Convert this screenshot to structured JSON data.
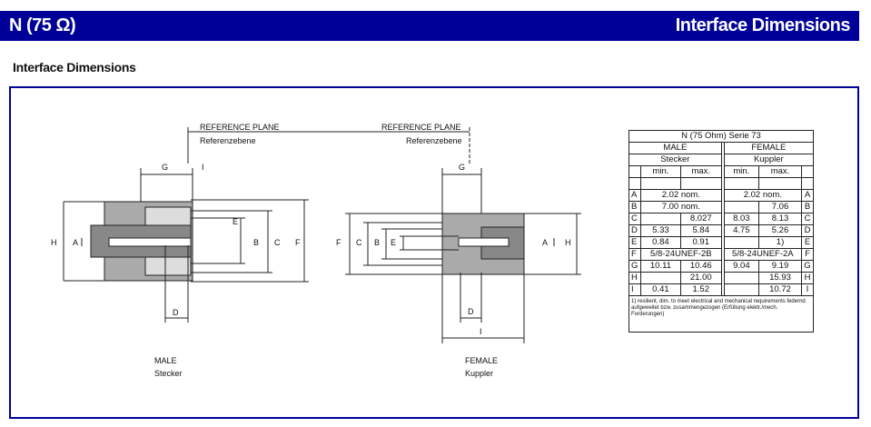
{
  "header": {
    "title": "N (75 Ω)",
    "section": "Interface Dimensions"
  },
  "subtitle": "Interface Dimensions",
  "drawing": {
    "ref_plane": "REFERENCE PLANE",
    "ref_plane_de": "Referenzebene",
    "male": {
      "label": "MALE",
      "label_de": "Stecker",
      "dims": [
        "G",
        "I",
        "H",
        "A",
        "E",
        "B",
        "C",
        "F",
        "D"
      ]
    },
    "female": {
      "label": "FEMALE",
      "label_de": "Kuppler",
      "dims": [
        "G",
        "F",
        "C",
        "B",
        "E",
        "A",
        "H",
        "D",
        "I"
      ]
    }
  },
  "table": {
    "title": "N (75 Ohm) Serie 73",
    "male": "MALE",
    "male_de": "Stecker",
    "female": "FEMALE",
    "female_de": "Kuppler",
    "min": "min.",
    "max": "max.",
    "rows": [
      {
        "k": "A",
        "m": "2.02 nom.",
        "f": "2.02 nom."
      },
      {
        "k": "B",
        "m": "7.00 nom.",
        "fmin": "",
        "fmax": "7.06"
      },
      {
        "k": "C",
        "mmin": "",
        "mmax": "8.027",
        "fmin": "8.03",
        "fmax": "8.13"
      },
      {
        "k": "D",
        "mmin": "5.33",
        "mmax": "5.84",
        "fmin": "4.75",
        "fmax": "5.26"
      },
      {
        "k": "E",
        "mmin": "0.84",
        "mmax": "0.91",
        "fmin": "",
        "fmax": "1)"
      },
      {
        "k": "F",
        "m": "5/8-24UNEF-2B",
        "f": "5/8-24UNEF-2A"
      },
      {
        "k": "G",
        "mmin": "10.11",
        "mmax": "10.46",
        "fmin": "9.04",
        "fmax": "9.19"
      },
      {
        "k": "H",
        "mmin": "",
        "mmax": "21.00",
        "fmin": "",
        "fmax": "15.93"
      },
      {
        "k": "I",
        "mmin": "0.41",
        "mmax": "1.52",
        "fmin": "",
        "fmax": "10.72"
      }
    ],
    "note": "1) resilient, dim. to meet electrical and mechanical requirements federnd aufgeweitet bzw. zusammengezogen (Erfüllung elektr./mech. Forderungen)"
  }
}
